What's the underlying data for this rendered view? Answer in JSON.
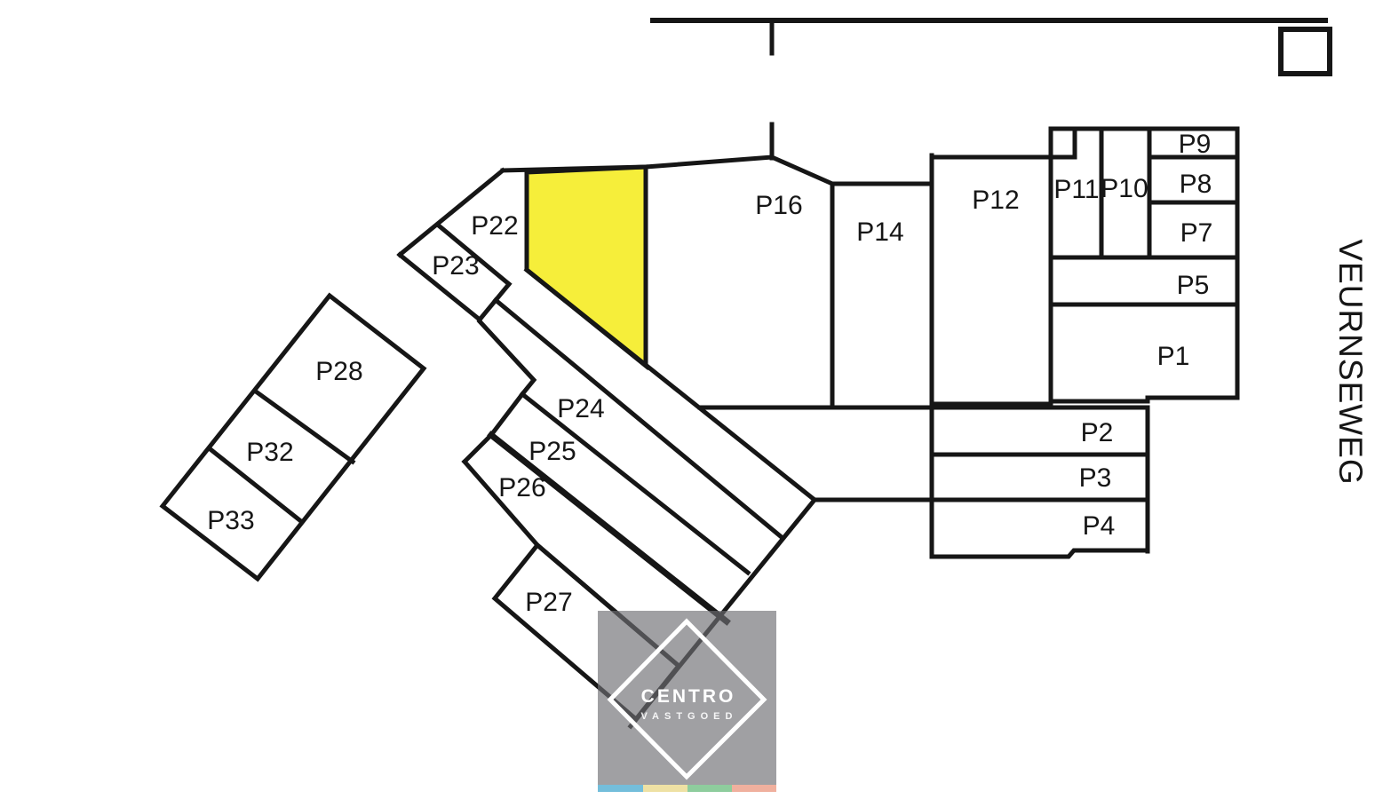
{
  "map": {
    "street_label": "VEURNSEWEG",
    "line_color": "#161616",
    "highlight": {
      "color": "#f6ee3a"
    },
    "parcels": [
      {
        "id": "p1",
        "label": "P1"
      },
      {
        "id": "p2",
        "label": "P2"
      },
      {
        "id": "p3",
        "label": "P3"
      },
      {
        "id": "p4",
        "label": "P4"
      },
      {
        "id": "p5",
        "label": "P5"
      },
      {
        "id": "p7",
        "label": "P7"
      },
      {
        "id": "p8",
        "label": "P8"
      },
      {
        "id": "p9",
        "label": "P9"
      },
      {
        "id": "p10",
        "label": "P10"
      },
      {
        "id": "p11",
        "label": "P11"
      },
      {
        "id": "p12",
        "label": "P12"
      },
      {
        "id": "p14",
        "label": "P14"
      },
      {
        "id": "p16",
        "label": "P16"
      },
      {
        "id": "p22",
        "label": "P22"
      },
      {
        "id": "p23",
        "label": "P23"
      },
      {
        "id": "p24",
        "label": "P24"
      },
      {
        "id": "p25",
        "label": "P25"
      },
      {
        "id": "p26",
        "label": "P26"
      },
      {
        "id": "p27",
        "label": "P27"
      },
      {
        "id": "p28",
        "label": "P28"
      },
      {
        "id": "p32",
        "label": "P32"
      },
      {
        "id": "p33",
        "label": "P33"
      }
    ]
  },
  "watermark": {
    "title": "CENTRO",
    "subtitle": "VASTGOED",
    "panel_color": "#6f6f73",
    "stripe_colors": [
      "#74bedb",
      "#eee1a4",
      "#8ecd9d",
      "#f0b09e"
    ]
  }
}
